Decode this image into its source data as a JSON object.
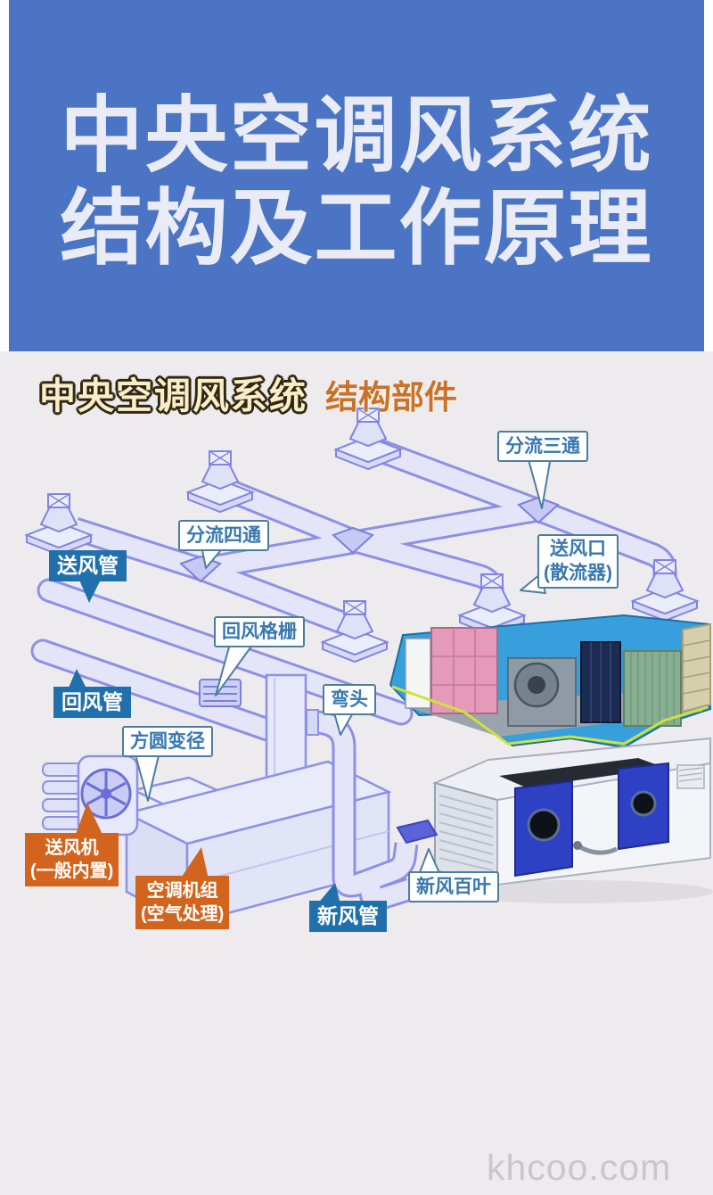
{
  "header": {
    "title_line1": "中央空调风系统",
    "title_line2": "结构及工作原理"
  },
  "section": {
    "title_main": "中央空调风系统",
    "title_accent": "结构部件"
  },
  "diagram": {
    "labels": {
      "flow_tee": "分流三通",
      "flow_cross_4way": "分流四通",
      "supply_duct": "送风管",
      "supply_outlet": {
        "line1": "送风口",
        "line2": "(散流器)"
      },
      "return_grille": "回风格栅",
      "return_duct": "回风管",
      "elbow": "弯头",
      "square_to_round": "方圆变径",
      "supply_fan": {
        "line1": "送风机",
        "line2": "(一般内置)"
      },
      "ahu": {
        "line1": "空调机组",
        "line2": "(空气处理)"
      },
      "fresh_air_duct": "新风管",
      "fresh_air_louver": "新风百叶"
    },
    "colors": {
      "header_bg": "#4b74c4",
      "page_bg": "#edebee",
      "duct_line": "#8d90e6",
      "duct_fill": "#e4e5f9",
      "callout_border": "#4d7d9d",
      "callout_text": "#3878b0",
      "tag_blue": "#2070ab",
      "tag_orange": "#d2641e",
      "section_cream": "#f8efca",
      "section_orange": "#c9722a"
    }
  },
  "watermark": "khcoo.com"
}
